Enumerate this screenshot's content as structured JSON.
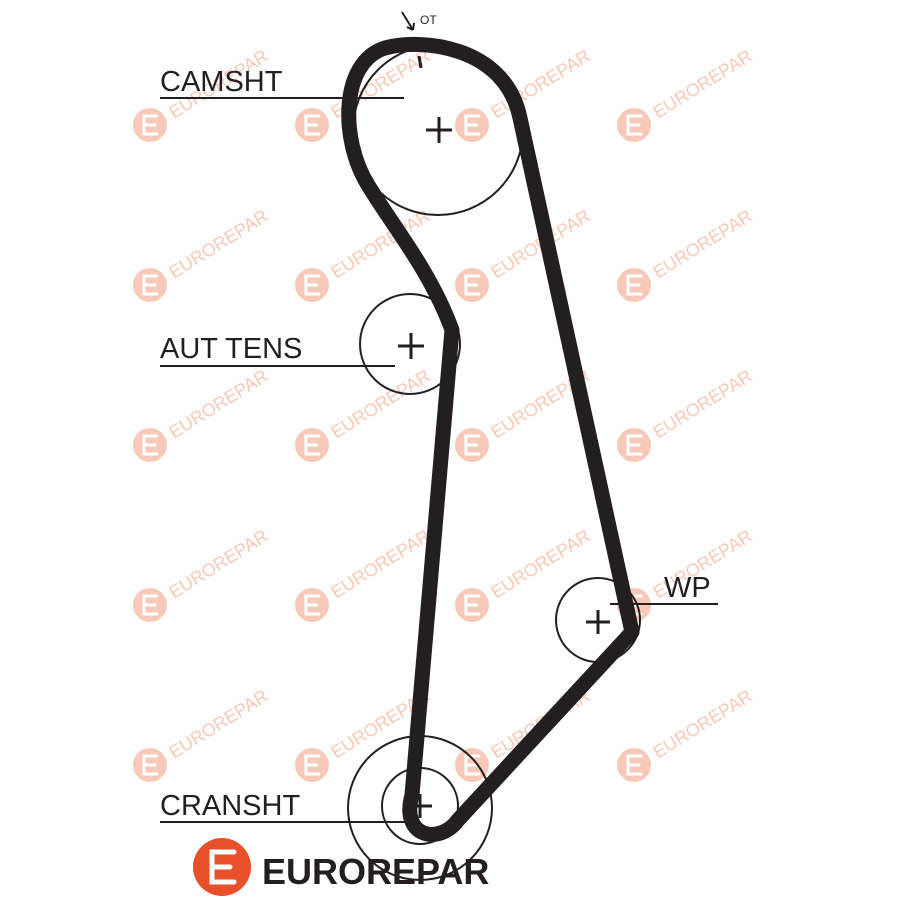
{
  "labels": {
    "camshaft": "CAMSHT",
    "tensioner": "AUT TENS",
    "water_pump": "WP",
    "crankshaft": "CRANSHT",
    "tdc_mark": "OT"
  },
  "brand": {
    "name": "EUROREPAR",
    "watermark": "EUROREPAR",
    "accent_color": "#e8502a",
    "watermark_color": "#f6c9b8",
    "ink_color": "#231f20"
  }
}
